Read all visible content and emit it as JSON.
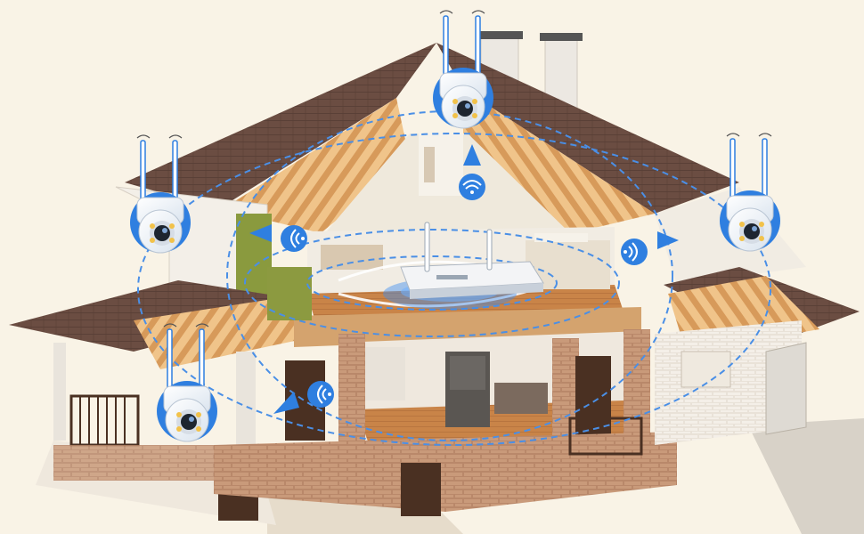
{
  "scene": {
    "background": "#f9f3e6",
    "accent": "#2f7fe0",
    "wave_color": "#4a8fe6"
  },
  "nvr": {
    "label": "",
    "icon": "nvr-recorder-icon"
  },
  "cameras": [
    {
      "name": "camera-top",
      "icon": "ptz-camera-icon"
    },
    {
      "name": "camera-left",
      "icon": "ptz-camera-icon"
    },
    {
      "name": "camera-right",
      "icon": "ptz-camera-icon"
    },
    {
      "name": "camera-bottom-left",
      "icon": "ptz-camera-icon"
    }
  ],
  "signal_icons": [
    "wifi-icon",
    "wifi-icon",
    "wifi-icon",
    "wifi-icon"
  ]
}
